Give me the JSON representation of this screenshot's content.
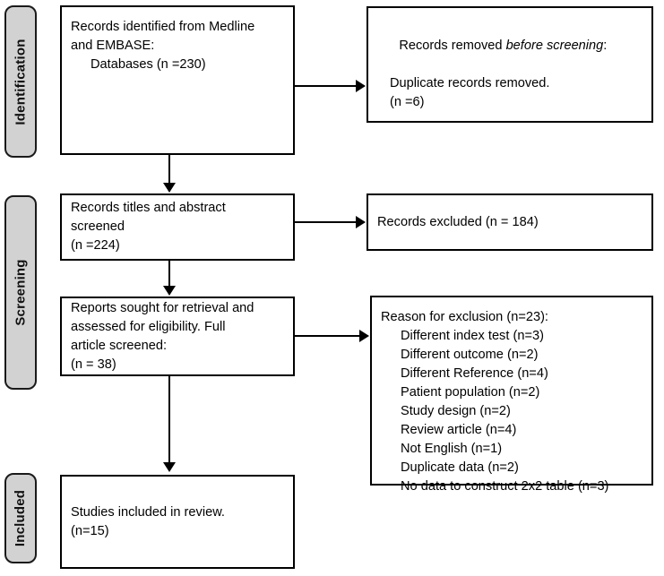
{
  "diagram": {
    "type": "prisma-flow-diagram",
    "title": "PRISMA study selection flow diagram"
  },
  "phases": [
    {
      "id": "identification",
      "label": "Identification"
    },
    {
      "id": "screening",
      "label": "Screening"
    },
    {
      "id": "included",
      "label": "Included"
    }
  ],
  "boxes": {
    "identified": {
      "name": "records-identified-box",
      "lines": [
        "Records identified from Medline",
        "and EMBASE:",
        "Databases (n =230)"
      ],
      "count": 230
    },
    "removed_before_screening": {
      "name": "records-removed-box",
      "line1_prefix": "Records removed ",
      "line1_italic": "before screening",
      "line1_suffix": ":",
      "lines": [
        "Duplicate records removed.",
        "(n =6)"
      ],
      "count": 6
    },
    "screened": {
      "name": "records-screened-box",
      "lines": [
        "Records titles and abstract",
        "screened",
        "(n =224)"
      ],
      "count": 224
    },
    "excluded": {
      "name": "records-excluded-box",
      "lines": [
        "Records excluded (n = 184)"
      ],
      "count": 184
    },
    "sought": {
      "name": "reports-sought-box",
      "lines": [
        "Reports sought for retrieval and",
        "assessed for eligibility. Full",
        "article screened:",
        "(n = 38)"
      ],
      "count": 38
    },
    "exclusion_reasons": {
      "name": "exclusion-reasons-box",
      "header": "Reason for exclusion (n=23):",
      "total": 23,
      "items": [
        "Different index test (n=3)",
        "Different outcome (n=2)",
        "Different Reference (n=4)",
        "Patient population (n=2)",
        "Study design (n=2)",
        "Review article (n=4)",
        "Not English (n=1)",
        "Duplicate data (n=2)",
        "No data to construct 2x2 table (n=3)"
      ]
    },
    "included": {
      "name": "studies-included-box",
      "lines": [
        "Studies included in review.",
        "(n=15)"
      ],
      "count": 15
    }
  },
  "colors": {
    "phase_tab_fill": "#d2d2d2",
    "box_border": "#000000",
    "box_fill": "#ffffff",
    "text": "#000000"
  }
}
